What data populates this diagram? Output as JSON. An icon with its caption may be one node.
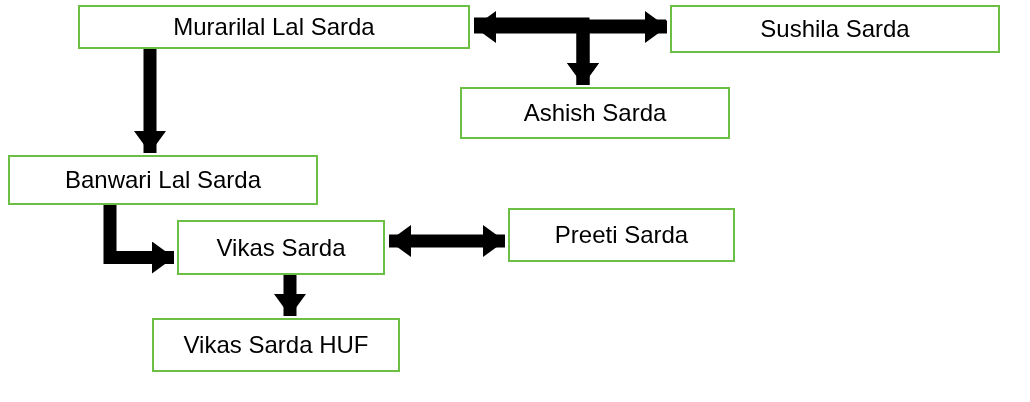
{
  "diagram": {
    "nodes": [
      {
        "text": [
          "Murarilal Lal Sarda"
        ]
      },
      {
        "text": [
          "Sushila Sarda"
        ]
      },
      {
        "text": [
          "Ashish Sarda"
        ]
      },
      {
        "text": [
          "Banwari Lal Sarda"
        ]
      },
      {
        "text": [
          "Vikas Sarda"
        ]
      },
      {
        "text": [
          "Preeti Sarda"
        ]
      },
      {
        "text": [
          "Vikas Sarda HUF"
        ]
      }
    ],
    "edges": [
      {
        "from": 0,
        "to": 1,
        "arrow": "both"
      },
      {
        "from": 0,
        "to": 2,
        "arrow": "to"
      },
      {
        "from": 1,
        "to": 2,
        "arrow": "to"
      },
      {
        "from": 0,
        "to": 3,
        "arrow": "to"
      },
      {
        "from": 3,
        "to": 4,
        "arrow": "to"
      },
      {
        "from": 4,
        "to": 5,
        "arrow": "both"
      },
      {
        "from": 4,
        "to": 6,
        "arrow": "to"
      }
    ]
  }
}
